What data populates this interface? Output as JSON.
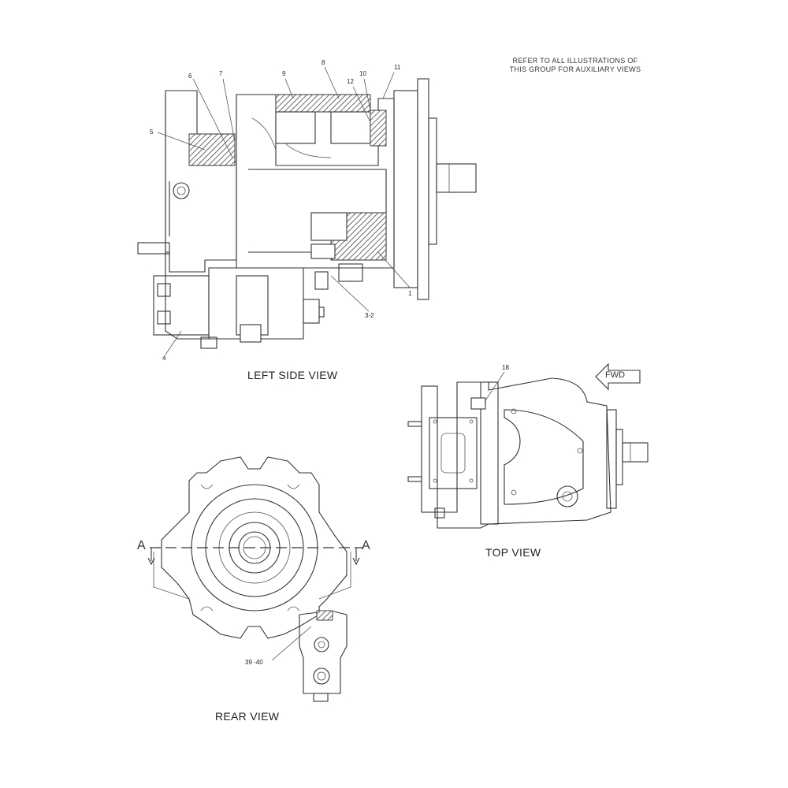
{
  "note": {
    "line1": "REFER TO ALL ILLUSTRATIONS OF",
    "line2": "THIS GROUP FOR AUXILIARY VIEWS"
  },
  "views": {
    "left_side": "LEFT SIDE VIEW",
    "top": "TOP VIEW",
    "rear": "REAR VIEW"
  },
  "callouts": {
    "c6": "6",
    "c7": "7",
    "c9": "9",
    "c8": "8",
    "c10": "10",
    "c11": "11",
    "c12": "12",
    "c5": "5",
    "c1": "1",
    "c3_2": "3-2",
    "c4": "4",
    "c18": "18",
    "c39_40": "39 -40"
  },
  "section_marker": "A",
  "direction_arrow": "FWD"
}
